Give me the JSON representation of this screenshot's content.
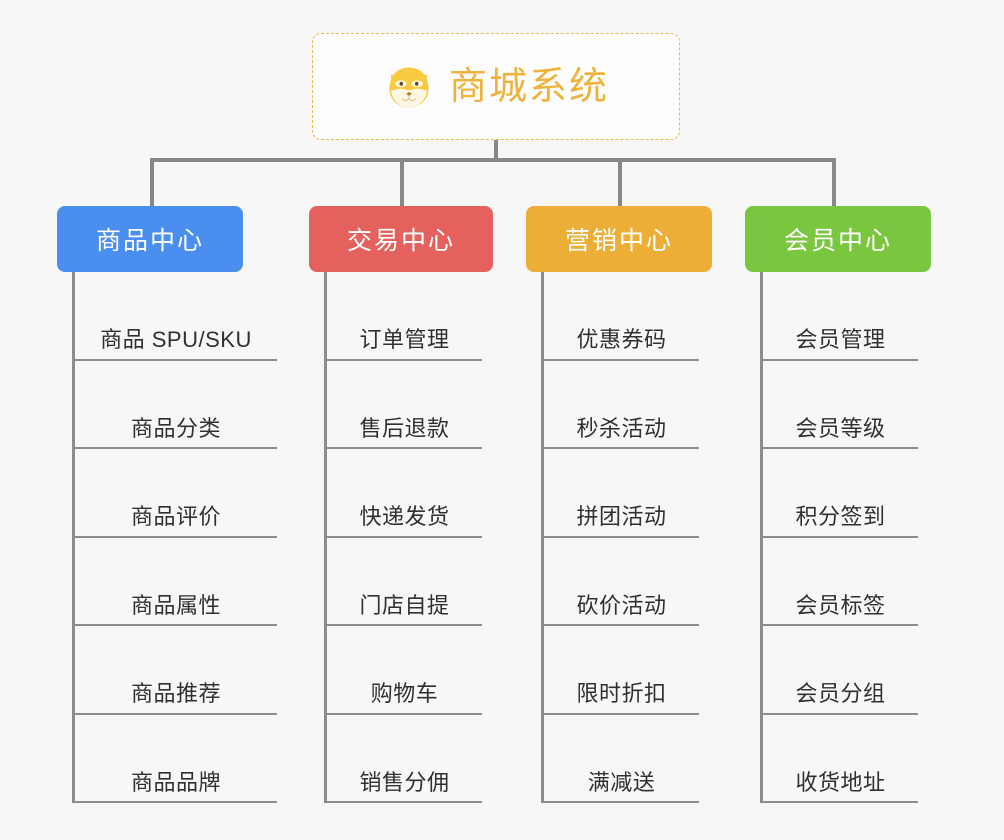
{
  "root": {
    "title": "商城系统",
    "icon": "shiba-dog-icon",
    "accent_color": "#edb33c",
    "border_style": "dashed"
  },
  "colors": {
    "background": "#f7f7f7",
    "connector": "#888888",
    "leaf_text": "#303030",
    "leaf_line": "#8c8c8c"
  },
  "categories": [
    {
      "label": "商品中心",
      "color": "#4a8ef0",
      "items": [
        {
          "label": "商品 SPU/SKU"
        },
        {
          "label": "商品分类"
        },
        {
          "label": "商品评价"
        },
        {
          "label": "商品属性"
        },
        {
          "label": "商品推荐"
        },
        {
          "label": "商品品牌"
        }
      ]
    },
    {
      "label": "交易中心",
      "color": "#e4615d",
      "items": [
        {
          "label": "订单管理"
        },
        {
          "label": "售后退款"
        },
        {
          "label": "快递发货"
        },
        {
          "label": "门店自提"
        },
        {
          "label": "购物车"
        },
        {
          "label": "销售分佣"
        }
      ]
    },
    {
      "label": "营销中心",
      "color": "#edae38",
      "items": [
        {
          "label": "优惠券码"
        },
        {
          "label": "秒杀活动"
        },
        {
          "label": "拼团活动"
        },
        {
          "label": "砍价活动"
        },
        {
          "label": "限时折扣"
        },
        {
          "label": "满减送"
        }
      ]
    },
    {
      "label": "会员中心",
      "color": "#7ac63e",
      "items": [
        {
          "label": "会员管理"
        },
        {
          "label": "会员等级"
        },
        {
          "label": "积分签到"
        },
        {
          "label": "会员标签"
        },
        {
          "label": "会员分组"
        },
        {
          "label": "收货地址"
        }
      ]
    }
  ]
}
